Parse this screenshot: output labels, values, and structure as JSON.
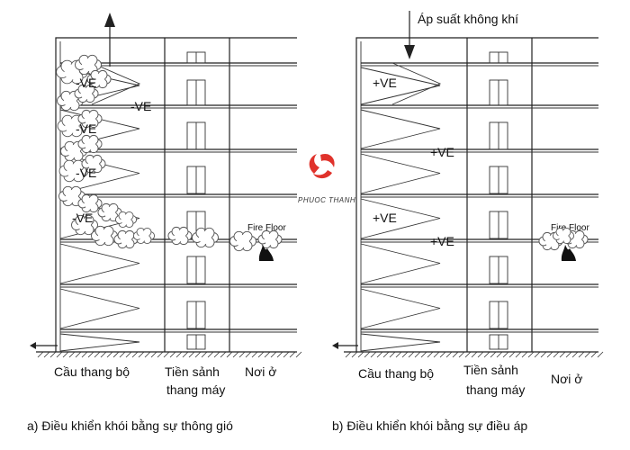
{
  "panel_a": {
    "ve_labels": [
      "-VE",
      "-VE",
      "-VE",
      "-VE",
      "-VE"
    ],
    "fire_floor": "Fire Floor",
    "col_stair": "Cầu thang bộ",
    "col_lobby_1": "Tiền sảnh",
    "col_lobby_2": "thang máy",
    "col_living": "Nơi ở",
    "caption": "a) Điều khiển khói bằng sự thông gió"
  },
  "panel_b": {
    "air_pressure": "Áp suất không khí",
    "ve_labels": [
      "+VE",
      "+VE",
      "+VE",
      "+VE"
    ],
    "fire_floor": "Fire Floor",
    "col_stair": "Cầu thang bộ",
    "col_lobby_1": "Tiền sảnh",
    "col_lobby_2": "thang máy",
    "col_living": "Nơi ở",
    "caption": "b) Điều khiển khói bằng sự điều áp"
  },
  "logo": {
    "text": "PHUOC THANH"
  },
  "colors": {
    "line": "#222222",
    "smoke_stroke": "#555555",
    "flame": "#111111",
    "logo_red": "#e0322b"
  }
}
